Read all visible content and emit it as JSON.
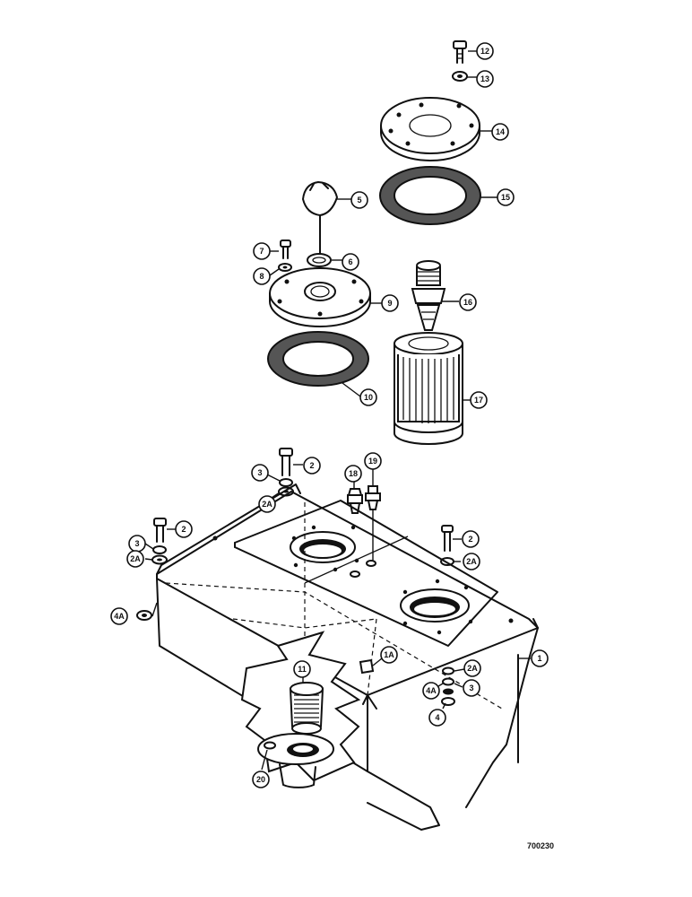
{
  "callouts": [
    {
      "id": "c12",
      "label": "12"
    },
    {
      "id": "c13",
      "label": "13"
    },
    {
      "id": "c14",
      "label": "14"
    },
    {
      "id": "c15",
      "label": "15"
    },
    {
      "id": "c5",
      "label": "5"
    },
    {
      "id": "c6",
      "label": "6"
    },
    {
      "id": "c7",
      "label": "7"
    },
    {
      "id": "c8",
      "label": "8"
    },
    {
      "id": "c9",
      "label": "9"
    },
    {
      "id": "c10",
      "label": "10"
    },
    {
      "id": "c16",
      "label": "16"
    },
    {
      "id": "c17",
      "label": "17"
    },
    {
      "id": "c18",
      "label": "18"
    },
    {
      "id": "c19",
      "label": "19"
    },
    {
      "id": "c3a",
      "label": "3"
    },
    {
      "id": "c2a",
      "label": "2"
    },
    {
      "id": "c2Aa",
      "label": "2A"
    },
    {
      "id": "c2b",
      "label": "2"
    },
    {
      "id": "c3b",
      "label": "3"
    },
    {
      "id": "c2Ab",
      "label": "2A"
    },
    {
      "id": "c2c",
      "label": "2"
    },
    {
      "id": "c2Ac",
      "label": "2A"
    },
    {
      "id": "c4Aa",
      "label": "4A"
    },
    {
      "id": "c1",
      "label": "1"
    },
    {
      "id": "c1A",
      "label": "1A"
    },
    {
      "id": "c11",
      "label": "11"
    },
    {
      "id": "c2Ad",
      "label": "2A"
    },
    {
      "id": "c4Ab",
      "label": "4A"
    },
    {
      "id": "c3c",
      "label": "3"
    },
    {
      "id": "c4",
      "label": "4"
    },
    {
      "id": "c20",
      "label": "20"
    }
  ],
  "drawing_id": "700230"
}
